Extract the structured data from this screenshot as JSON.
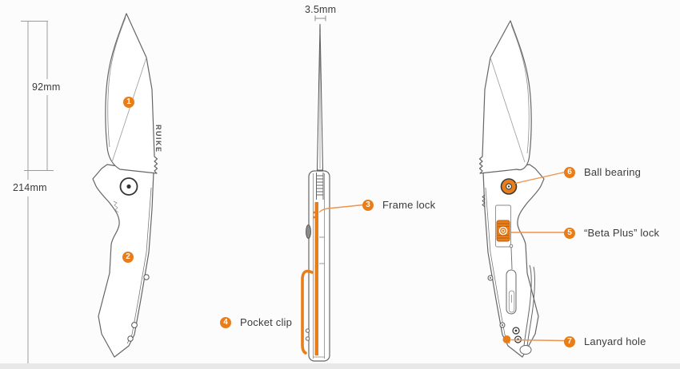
{
  "palette": {
    "accent": "#e87d1a",
    "accent_line": "#f0924a",
    "accent_dark": "#b85e10",
    "outline": "#5f5f5f",
    "dim_line": "#9b9b9b",
    "label_text": "#3b3b3b",
    "footer_bar": "#e8e8e8"
  },
  "dimensions": {
    "blade_length": "92mm",
    "overall_length": "214mm",
    "blade_thickness": "3.5mm"
  },
  "brand_logo": "RUIKE",
  "part_markers": [
    {
      "number": "1"
    },
    {
      "number": "2"
    }
  ],
  "callouts": [
    {
      "number": "3",
      "label": "Frame lock"
    },
    {
      "number": "4",
      "label": "Pocket clip"
    },
    {
      "number": "5",
      "label": "“Beta Plus” lock"
    },
    {
      "number": "6",
      "label": "Ball bearing"
    },
    {
      "number": "7",
      "label": "Lanyard hole"
    }
  ]
}
